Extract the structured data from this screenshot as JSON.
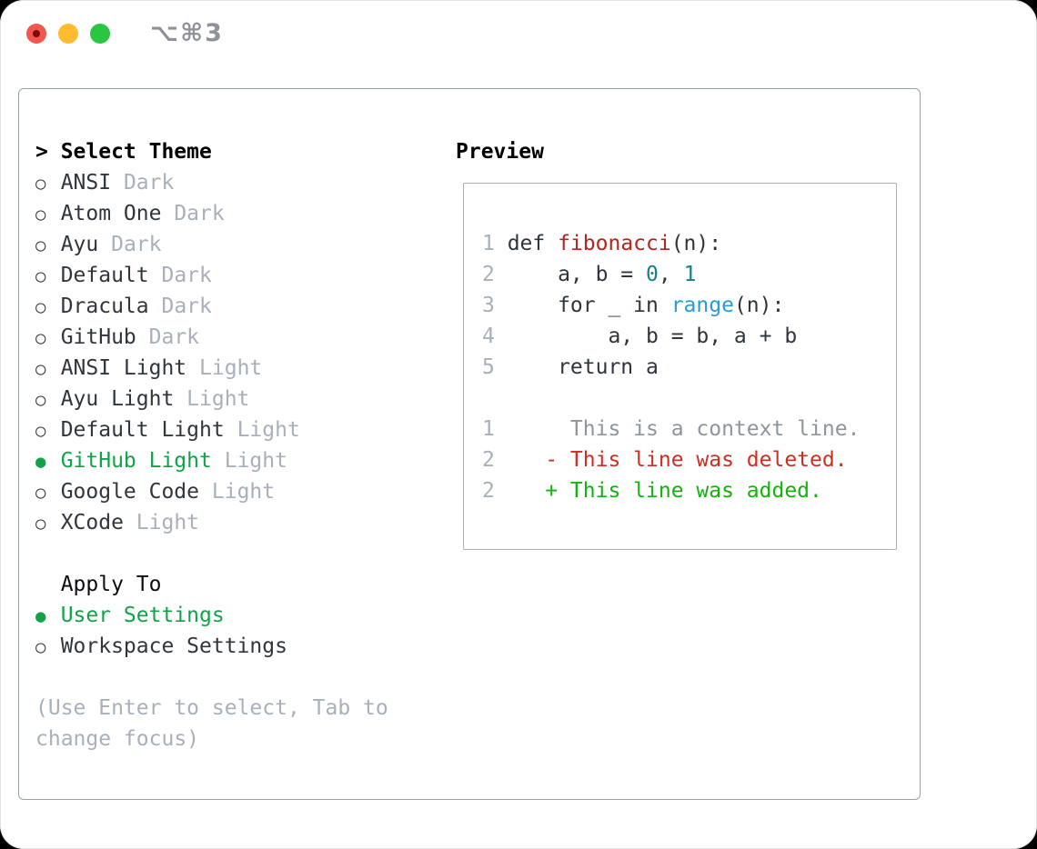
{
  "window": {
    "shortcut": "⌥⌘3"
  },
  "colors": {
    "selection_green": "#12a24a",
    "added_green": "#13b30c",
    "deleted_red": "#ce2f21",
    "function_red": "#b3261e",
    "number_teal": "#17808a",
    "builtin_blue": "#2a9bd8",
    "muted_gray": "#a7b0bb",
    "context_gray": "#8d959e",
    "traffic_red": "#f2564d",
    "traffic_yellow": "#febc2e",
    "traffic_green": "#29c73f"
  },
  "theme_picker": {
    "cursor": ">",
    "title": "Select Theme",
    "items": [
      {
        "marker": "○",
        "name": "ANSI",
        "variant": "Dark",
        "selected": false
      },
      {
        "marker": "○",
        "name": "Atom One",
        "variant": "Dark",
        "selected": false
      },
      {
        "marker": "○",
        "name": "Ayu",
        "variant": "Dark",
        "selected": false
      },
      {
        "marker": "○",
        "name": "Default",
        "variant": "Dark",
        "selected": false
      },
      {
        "marker": "○",
        "name": "Dracula",
        "variant": "Dark",
        "selected": false
      },
      {
        "marker": "○",
        "name": "GitHub",
        "variant": "Dark",
        "selected": false
      },
      {
        "marker": "○",
        "name": "ANSI Light",
        "variant": "Light",
        "selected": false
      },
      {
        "marker": "○",
        "name": "Ayu Light",
        "variant": "Light",
        "selected": false
      },
      {
        "marker": "○",
        "name": "Default Light",
        "variant": "Light",
        "selected": false
      },
      {
        "marker": "●",
        "name": "GitHub Light",
        "variant": "Light",
        "selected": true
      },
      {
        "marker": "○",
        "name": "Google Code",
        "variant": "Light",
        "selected": false
      },
      {
        "marker": "○",
        "name": "XCode",
        "variant": "Light",
        "selected": false
      }
    ],
    "apply_to": {
      "title": "Apply To",
      "options": [
        {
          "marker": "●",
          "name": "User Settings",
          "selected": true
        },
        {
          "marker": "○",
          "name": "Workspace Settings",
          "selected": false
        }
      ]
    },
    "hint_lines": [
      "(Use Enter to select, Tab to",
      "change focus)"
    ]
  },
  "preview": {
    "title": "Preview",
    "code_lines": [
      {
        "num": "1",
        "segs": [
          "def ",
          "fibonacci",
          "(n):"
        ]
      },
      {
        "num": "2",
        "segs": [
          "    a, b = ",
          "0",
          ", ",
          "1"
        ]
      },
      {
        "num": "3",
        "segs": [
          "    for _ in ",
          "range",
          "(n):"
        ]
      },
      {
        "num": "4",
        "segs": [
          "        a, b = b, a + b"
        ]
      },
      {
        "num": "5",
        "segs": [
          "    return a"
        ]
      }
    ],
    "diff_lines": [
      {
        "num": "1",
        "kind": "context",
        "text": "     This is a context line."
      },
      {
        "num": "2",
        "kind": "deleted",
        "text": "   - This line was deleted."
      },
      {
        "num": "2",
        "kind": "added",
        "text": "   + This line was added."
      }
    ]
  }
}
